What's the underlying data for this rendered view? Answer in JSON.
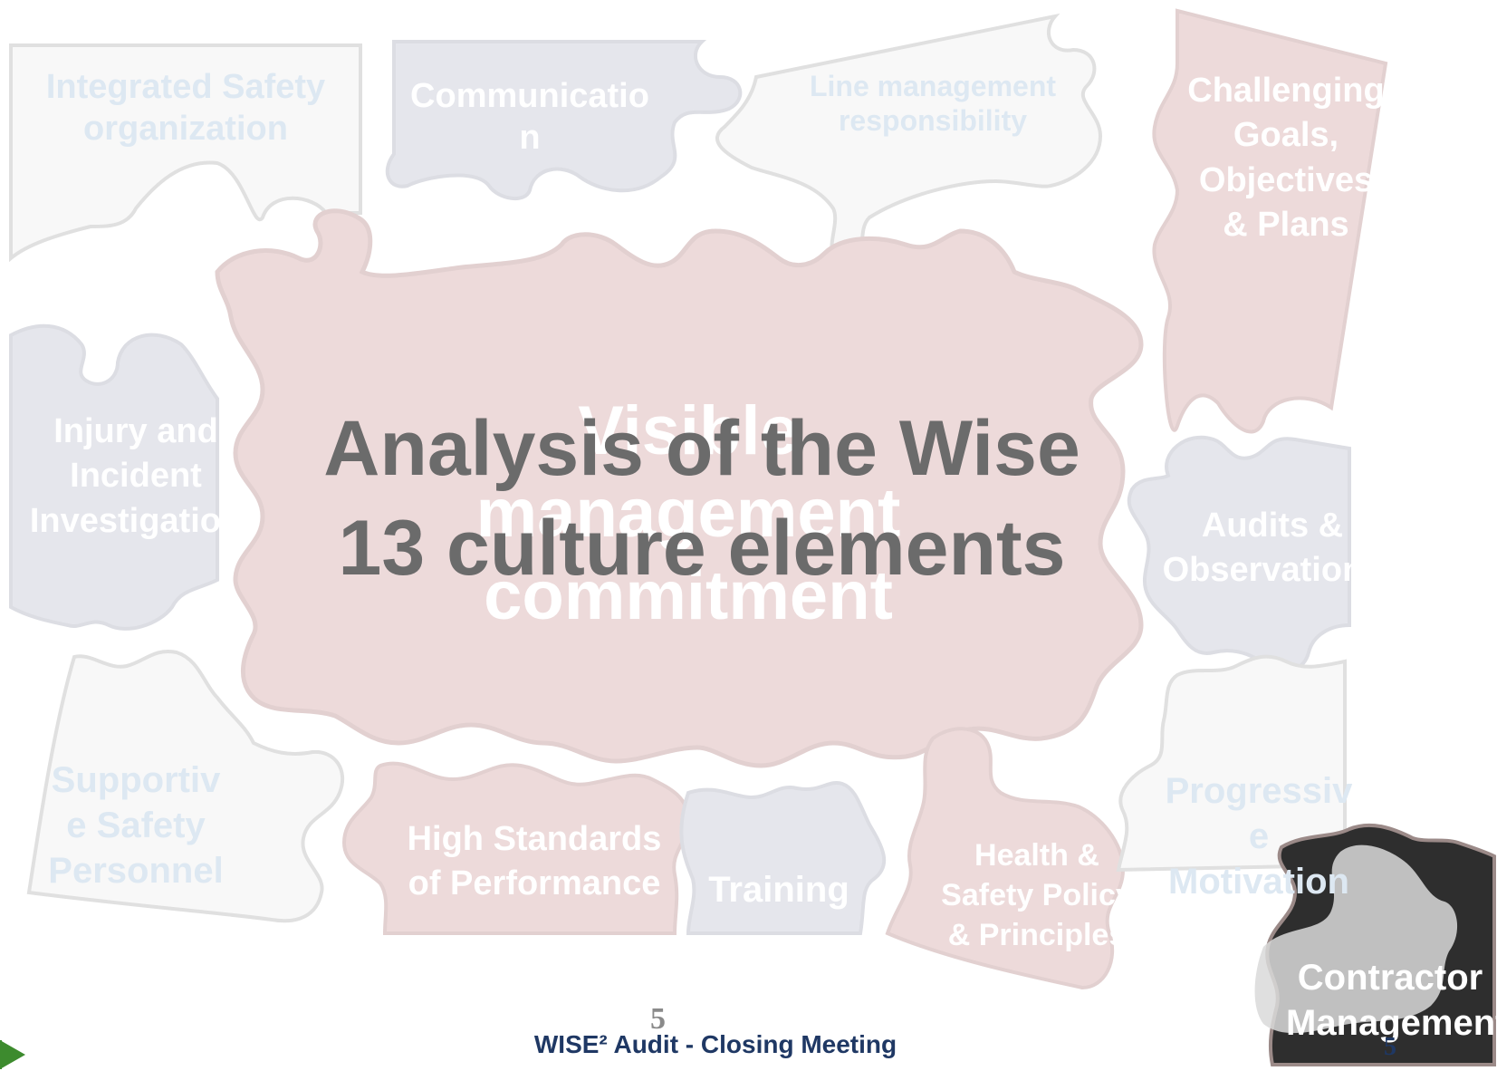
{
  "slide": {
    "title_line1": "Analysis of the Wise",
    "title_line2": "13 culture elements",
    "footer": "WISE² Audit - Closing Meeting",
    "page_number": "5",
    "page_number_corner": "5"
  },
  "pieces": {
    "integrated_safety": "Integrated Safety\norganization",
    "communication": "Communicatio\nn",
    "line_management": "Line management\nresponsibility",
    "challenging_goals": "Challenging\nGoals,\nObjectives\n& Plans",
    "injury_incident": "Injury and\nIncident\nInvestigation",
    "visible_management": "Visible\nmanagement\ncommitment",
    "audits_observations": "Audits &\nObservations",
    "supportive_safety": "Supportiv\ne Safety\nPersonnel",
    "high_standards": "High Standards\nof Performance",
    "training": "Training",
    "health_safety_policy": "Health &\nSafety Policy\n& Principles",
    "progressive_motivation": "Progressiv\ne\nMotivation",
    "contractor_management": "Contractor\nManagement"
  },
  "colors": {
    "pink_piece": "#eddada",
    "grey_blue_piece": "#e5e6ec",
    "white_piece": "#f8f8f8",
    "outline": "#d9d9d9",
    "dark_piece": "#2e2e2e",
    "title": "#6b6b6b",
    "footer": "#1f3864",
    "nav_arrow": "#3d8b2e"
  }
}
